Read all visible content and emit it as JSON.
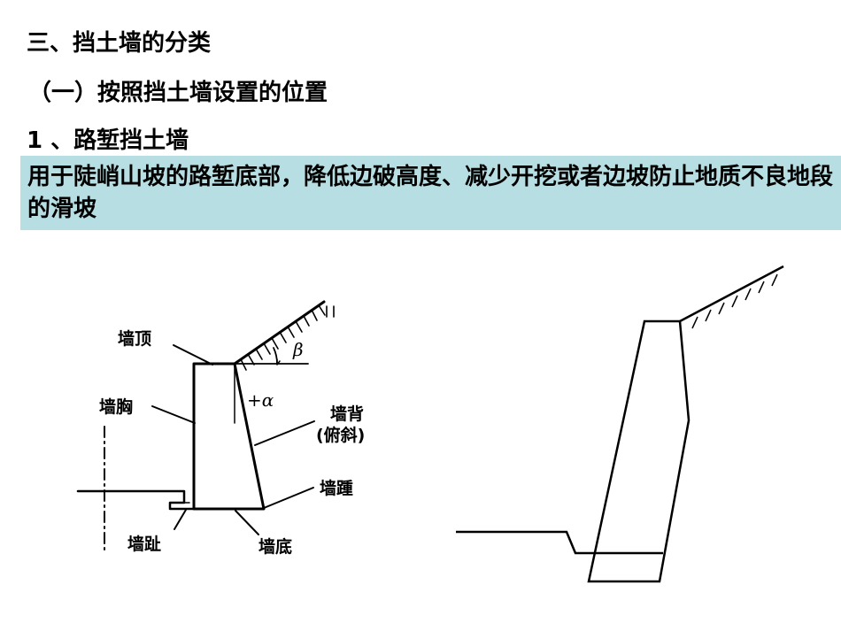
{
  "heading": {
    "section": "三、挡土墙的分类",
    "subsection": "（一）按照挡土墙设置的位置",
    "item": "1 、路堑挡土墙"
  },
  "description": "用于陡峭山坡的路堑底部，降低边破高度、减少开挖或者边坡防止地质不良地段的滑坡",
  "diagram_left": {
    "labels": {
      "top": "墙顶",
      "chest": "墙胸",
      "back_line1": "墙背",
      "back_line2": "(俯斜)",
      "heel": "墙踵",
      "toe": "墙趾",
      "base": "墙底"
    },
    "symbols": {
      "beta": "β",
      "alpha": "+α"
    }
  },
  "colors": {
    "banner": "#b7dfe3",
    "text": "#000000"
  }
}
